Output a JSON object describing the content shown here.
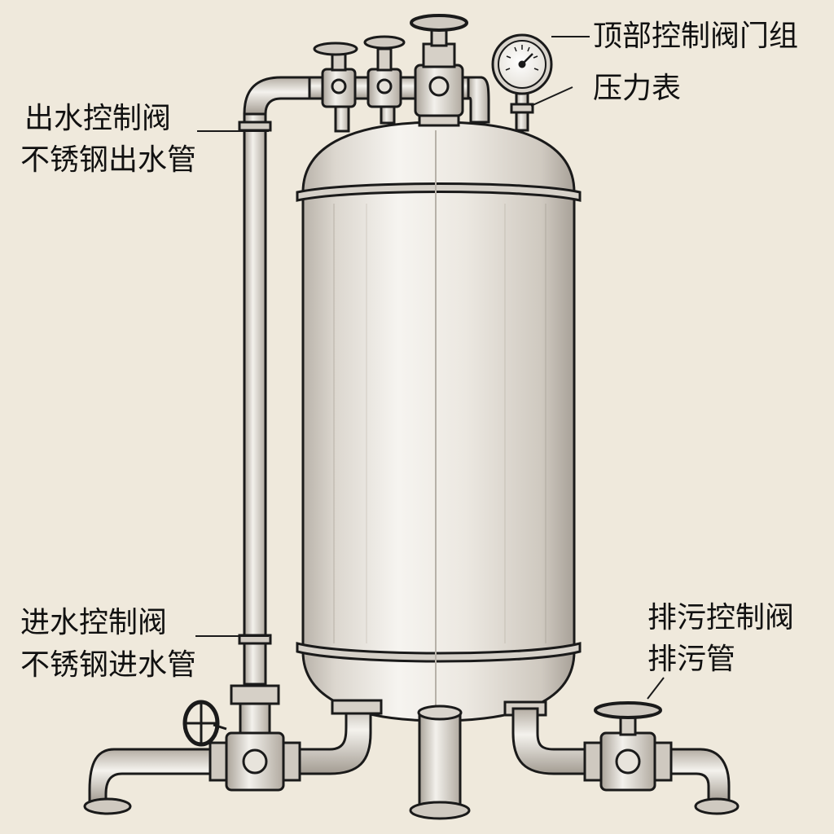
{
  "labels": {
    "top_valve_group": "顶部控制阀门组",
    "pressure_gauge": "压力表",
    "outlet_valve": "出水控制阀",
    "outlet_pipe": "不锈钢出水管",
    "inlet_valve": "进水控制阀",
    "inlet_pipe": "不锈钢进水管",
    "drain_valve": "排污控制阀",
    "drain_pipe": "排污管"
  },
  "colors": {
    "background": "#efe9dc",
    "ink": "#1a1a1a",
    "steel_light": "#f4f2ee",
    "steel_mid": "#cfcac2",
    "steel_dark": "#9a948b"
  }
}
